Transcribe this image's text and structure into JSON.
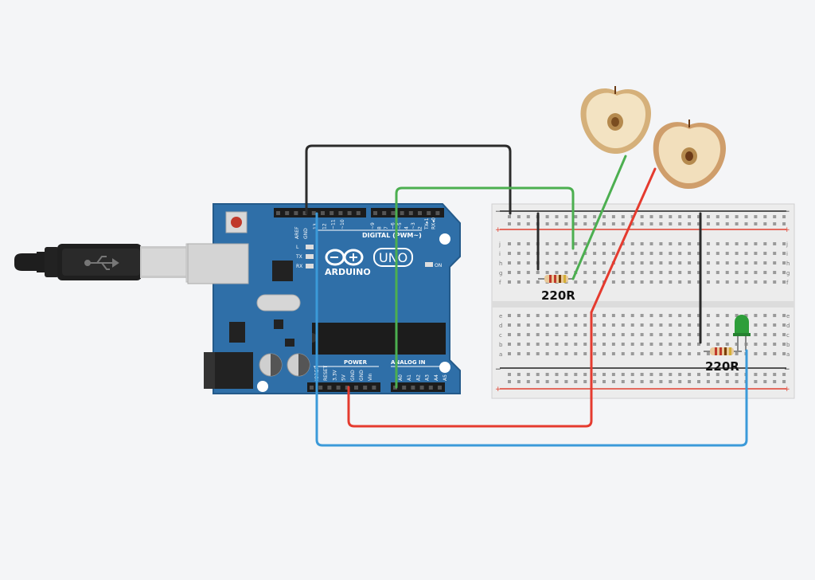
{
  "arduino": {
    "brand": "ARDUINO",
    "model": "UNO",
    "header_labels": {
      "aref": "AREF",
      "gnd": "GND",
      "digital_pins": [
        "13",
        "12",
        "~11",
        "~10",
        "~9",
        "8",
        "7",
        "~6",
        "~5",
        "4",
        "~3",
        "2",
        "TX▸1",
        "RX◂0"
      ],
      "digital_title": "DIGITAL (PWM~)",
      "power_title": "POWER",
      "analog_title": "ANALOG IN",
      "power_pins": [
        "IOREF",
        "RESET",
        "3.3V",
        "5V",
        "GND",
        "GND",
        "Vin"
      ],
      "analog_pins": [
        "A0",
        "A1",
        "A2",
        "A3",
        "A4",
        "A5"
      ],
      "leds": [
        "L",
        "TX",
        "RX"
      ],
      "on_label": "ON"
    }
  },
  "breadboard": {
    "row_letters_top": [
      "j",
      "i",
      "h",
      "g",
      "f"
    ],
    "row_letters_bottom": [
      "e",
      "d",
      "c",
      "b",
      "a"
    ],
    "rail_plus": "+",
    "rail_minus": "−"
  },
  "components": {
    "resistor_1": {
      "label": "220R"
    },
    "resistor_2": {
      "label": "220R"
    },
    "led": {
      "color": "green"
    }
  },
  "wire_colors": {
    "black": "#2b2b2b",
    "green": "#4caf50",
    "red": "#e53b2f",
    "blue": "#3b9ad9"
  }
}
